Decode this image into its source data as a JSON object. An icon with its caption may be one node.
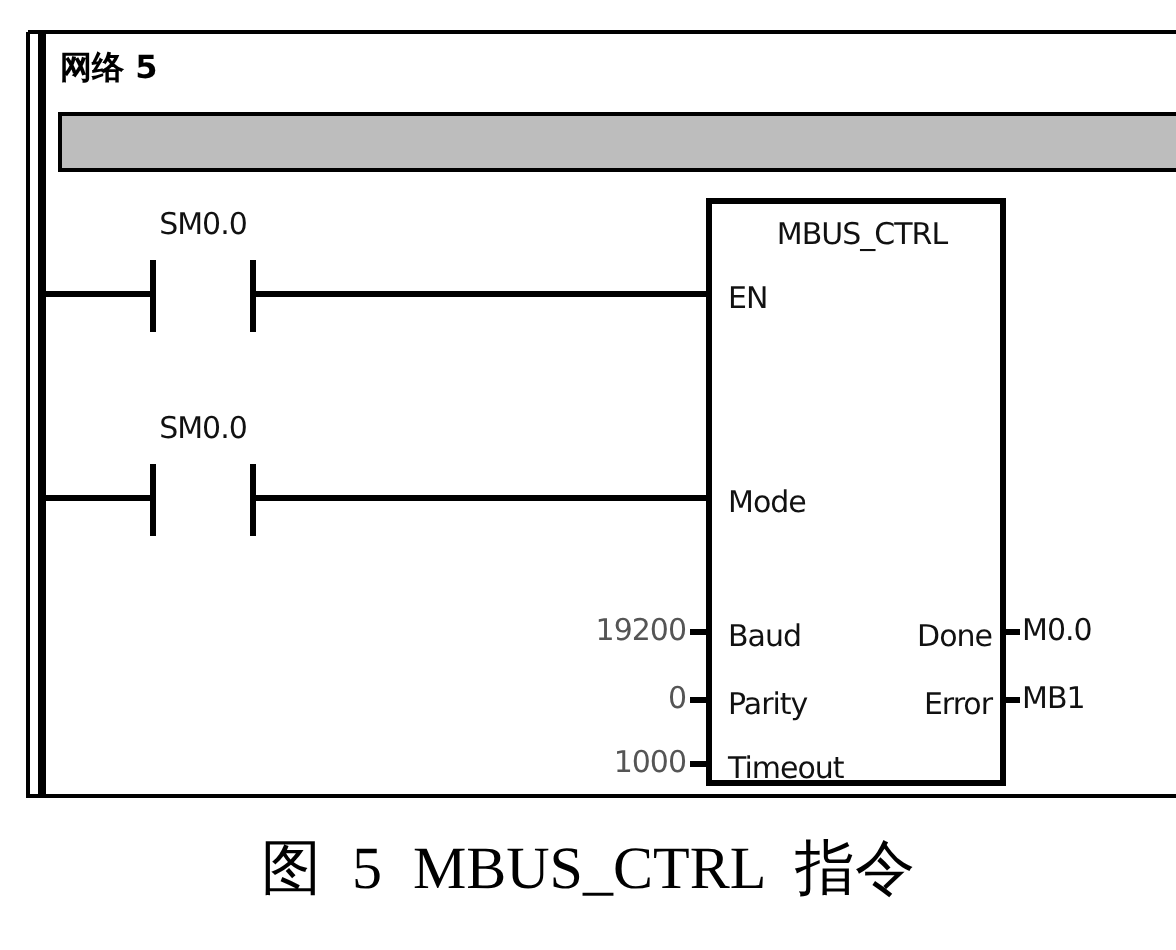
{
  "diagram": {
    "title": "网络 5",
    "caption": "图 5 MBUS_CTRL 指令",
    "nodes": [
      {
        "text": [],
        "shape": "bar"
      },
      {
        "text": [
          "SM0.0"
        ]
      },
      {
        "text": [
          "SM0.0"
        ]
      },
      {
        "text": [
          "MBUS_CTRL",
          "EN",
          "Mode",
          "Baud",
          "Parity",
          "Timeout",
          "Done",
          "Error"
        ]
      },
      {
        "text": [
          "19200"
        ]
      },
      {
        "text": [
          "0"
        ]
      },
      {
        "text": [
          "1000"
        ]
      },
      {
        "text": [
          "M0.0"
        ]
      },
      {
        "text": [
          "MB1"
        ]
      }
    ],
    "edges": [
      {
        "from": 0,
        "to": 1,
        "arrow": "none"
      },
      {
        "from": 1,
        "to": 3,
        "arrow": "none"
      },
      {
        "from": 0,
        "to": 2,
        "arrow": "none"
      },
      {
        "from": 2,
        "to": 3,
        "arrow": "none"
      },
      {
        "from": 4,
        "to": 3,
        "arrow": "none"
      },
      {
        "from": 5,
        "to": 3,
        "arrow": "none"
      },
      {
        "from": 6,
        "to": 3,
        "arrow": "none"
      },
      {
        "from": 3,
        "to": 7,
        "arrow": "none"
      },
      {
        "from": 3,
        "to": 8,
        "arrow": "none"
      }
    ]
  }
}
